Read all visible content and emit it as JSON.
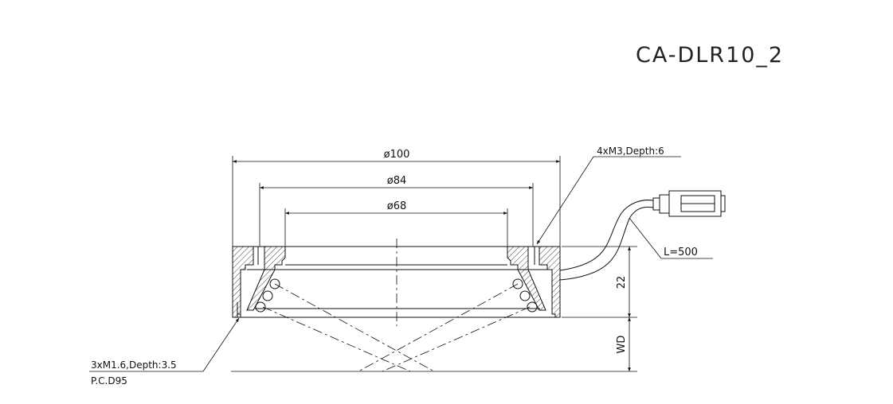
{
  "drawing": {
    "title": "CA-DLR10_2",
    "dimensions": {
      "outer_diameter": "ø100",
      "middle_diameter": "ø84",
      "inner_diameter": "ø68",
      "height": "22",
      "working_distance": "WD",
      "cable_length": "L=500"
    },
    "callouts": {
      "top_holes": "4xM3,Depth:6",
      "bottom_holes": "3xM1.6,Depth:3.5",
      "pitch_circle": "P.C.D95"
    }
  }
}
